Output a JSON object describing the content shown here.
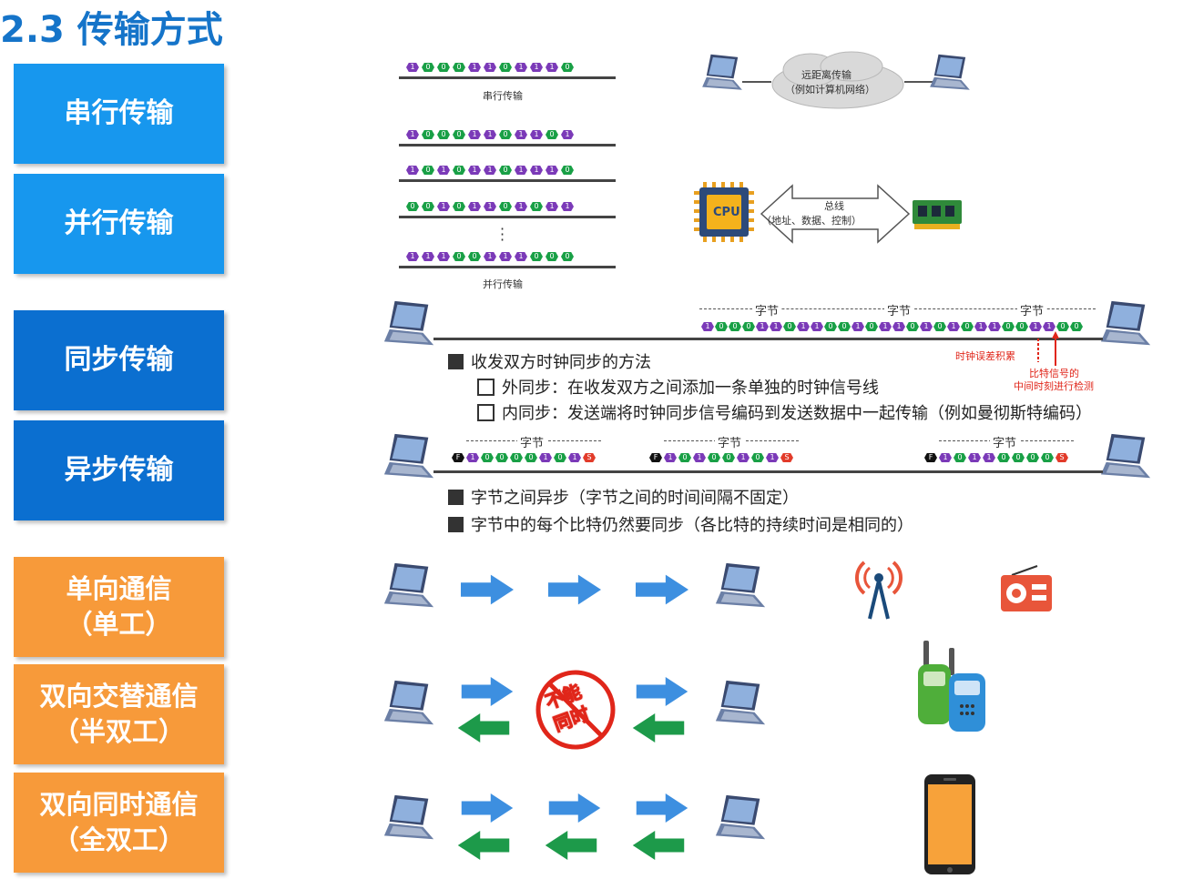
{
  "title": "2.3 传输方式",
  "nav": [
    {
      "label": "串行传输"
    },
    {
      "label": "并行传输"
    },
    {
      "label": "同步传输"
    },
    {
      "label": "异步传输"
    },
    {
      "label": "单向通信\n（单工）"
    },
    {
      "label": "双向交替通信\n（半双工）"
    },
    {
      "label": "双向同时通信\n（全双工）"
    }
  ],
  "serial": {
    "bits": "10001101110",
    "caption": "串行传输",
    "cloud_line1": "远距离传输",
    "cloud_line2": "（例如计算机网络）"
  },
  "parallel": {
    "rows": [
      "10001101101",
      "10101101110",
      "00101101011",
      "11100111000"
    ],
    "caption": "并行传输",
    "cpu_label": "CPU",
    "bus_line1": "总线",
    "bus_line2": "（地址、数据、控制）"
  },
  "sync": {
    "byte_label": "字节",
    "bits": "1000110110010110101011001100",
    "clock_error": "时钟误差积累",
    "check_line1": "比特信号的",
    "check_line2": "中间时刻进行检测",
    "heading": "收发双方时钟同步的方法",
    "item1": "外同步：在收发双方之间添加一条单独的时钟信号线",
    "item2": "内同步：发送端将时钟同步信号编码到发送数据中一起传输（例如曼彻斯特编码）"
  },
  "async": {
    "byte_label": "字节",
    "start_bit": "F",
    "stop_bit": "S",
    "frames": [
      "10000101",
      "10100101",
      "10110000"
    ],
    "point1": "字节之间异步（字节之间的时间间隔不固定）",
    "point2": "字节中的每个比特仍然要同步（各比特的持续时间是相同的）"
  },
  "half_duplex_badge_line1": "不能",
  "half_duplex_badge_line2": "同时",
  "colors": {
    "title": "#1574c9",
    "light_blue": "#1797ee",
    "dark_blue": "#0b6fd0",
    "orange": "#f79a3a",
    "bit_one": "#7b3ab8",
    "bit_zero": "#19a046",
    "arrow_blue": "#3d8fe0",
    "arrow_green": "#1d9a4a"
  },
  "icons": [
    "laptop-icon",
    "cloud-icon",
    "cpu-icon",
    "memory-icon",
    "antenna-icon",
    "radio-icon",
    "walkie-talkie-icon",
    "smartphone-icon",
    "no-badge-icon"
  ]
}
